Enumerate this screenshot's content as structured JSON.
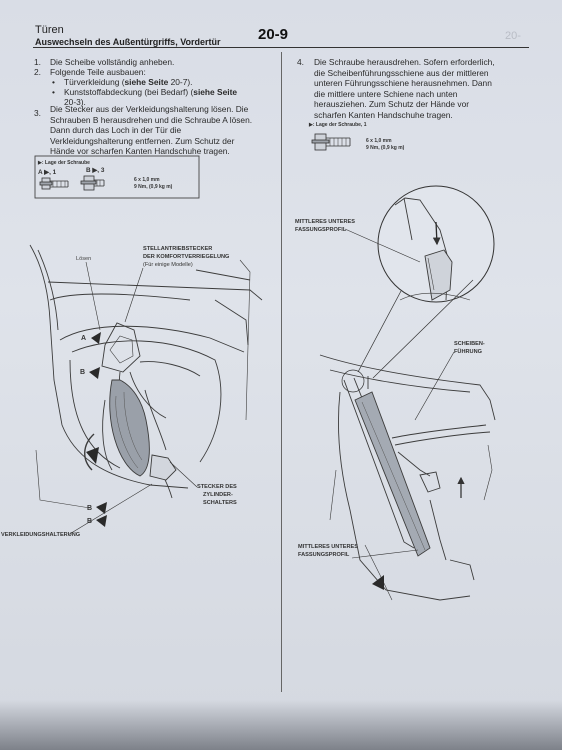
{
  "header": {
    "title": "Türen",
    "subtitle": "Auswechseln des Außentürgriffs, Vordertür",
    "page_number": "20-9",
    "ghost_mark": "20-"
  },
  "left_column": {
    "step1_num": "1.",
    "step1": "Die Scheibe vollständig anheben.",
    "step2_num": "2.",
    "step2": "Folgende Teile ausbauen:",
    "item1_a": "Türverkleidung (",
    "item1_ref": "siehe Seite",
    "item1_b": " 20-7).",
    "item2_a": "Kunststoffabdeckung (bei Bedarf) (",
    "item2_ref": "siehe Seite",
    "item2_b": "20-3).",
    "step3_num": "3.",
    "step3_lines": [
      "Die Stecker aus der Verkleidungshalterung lösen. Die",
      "Schrauben B herausdrehen und die Schraube A lösen.",
      "Dann durch das Loch in der Tür die",
      "Verkleidungshalterung entfernen. Zum Schutz der",
      "Hände vor scharfen Kanten Handschuhe tragen."
    ]
  },
  "left_box": {
    "legend": "▶: Lage der Schraube",
    "a_label": "A ▶, 1",
    "b_label": "B ▶, 3",
    "size": "6 x 1,0 mm",
    "torque": "9 Nm, (0,9 kg m)"
  },
  "left_figure": {
    "loesen": "Lösen",
    "stell_lines": [
      "STELLANTRIEBSTECKER",
      "DER KOMFORTVERRIEGELUNG",
      "(Für einige Modelle)"
    ],
    "letter_a": "A",
    "letter_b": "B",
    "letter_b2": "B",
    "letter_b3": "B",
    "stecker_lines": [
      "STECKER DES",
      "ZYLINDER-",
      "SCHALTERS"
    ],
    "verkleidung": "VERKLEIDUNGSHALTERUNG"
  },
  "right_column": {
    "step4_num": "4.",
    "step4_lines": [
      "Die Schraube herausdrehen. Sofern erforderlich,",
      "die Scheibenführungsschiene aus der mittleren",
      "unteren Führungsschiene herausnehmen. Dann",
      "die mittlere untere Schiene nach unten",
      "herausziehen. Zum Schutz der Hände vor",
      "scharfen Kanten Handschuhe tragen."
    ],
    "legend": "▶: Lage der Schraube, 1",
    "size": "6 x 1,0 mm",
    "torque": "9 Nm, (0,9 kg m)"
  },
  "right_figure": {
    "mittleres_top": [
      "MITTLERES UNTERES",
      "FASSUNGSPROFIL"
    ],
    "scheiben": [
      "SCHEIBEN-",
      "FÜHRUNG"
    ],
    "mittleres_bottom": [
      "MITTLERES UNTERES",
      "FASSUNGSPROFIL"
    ]
  },
  "colors": {
    "paper": "#dde1e8",
    "ink": "#2a2a2a",
    "line_art": "#3c3c3c"
  }
}
